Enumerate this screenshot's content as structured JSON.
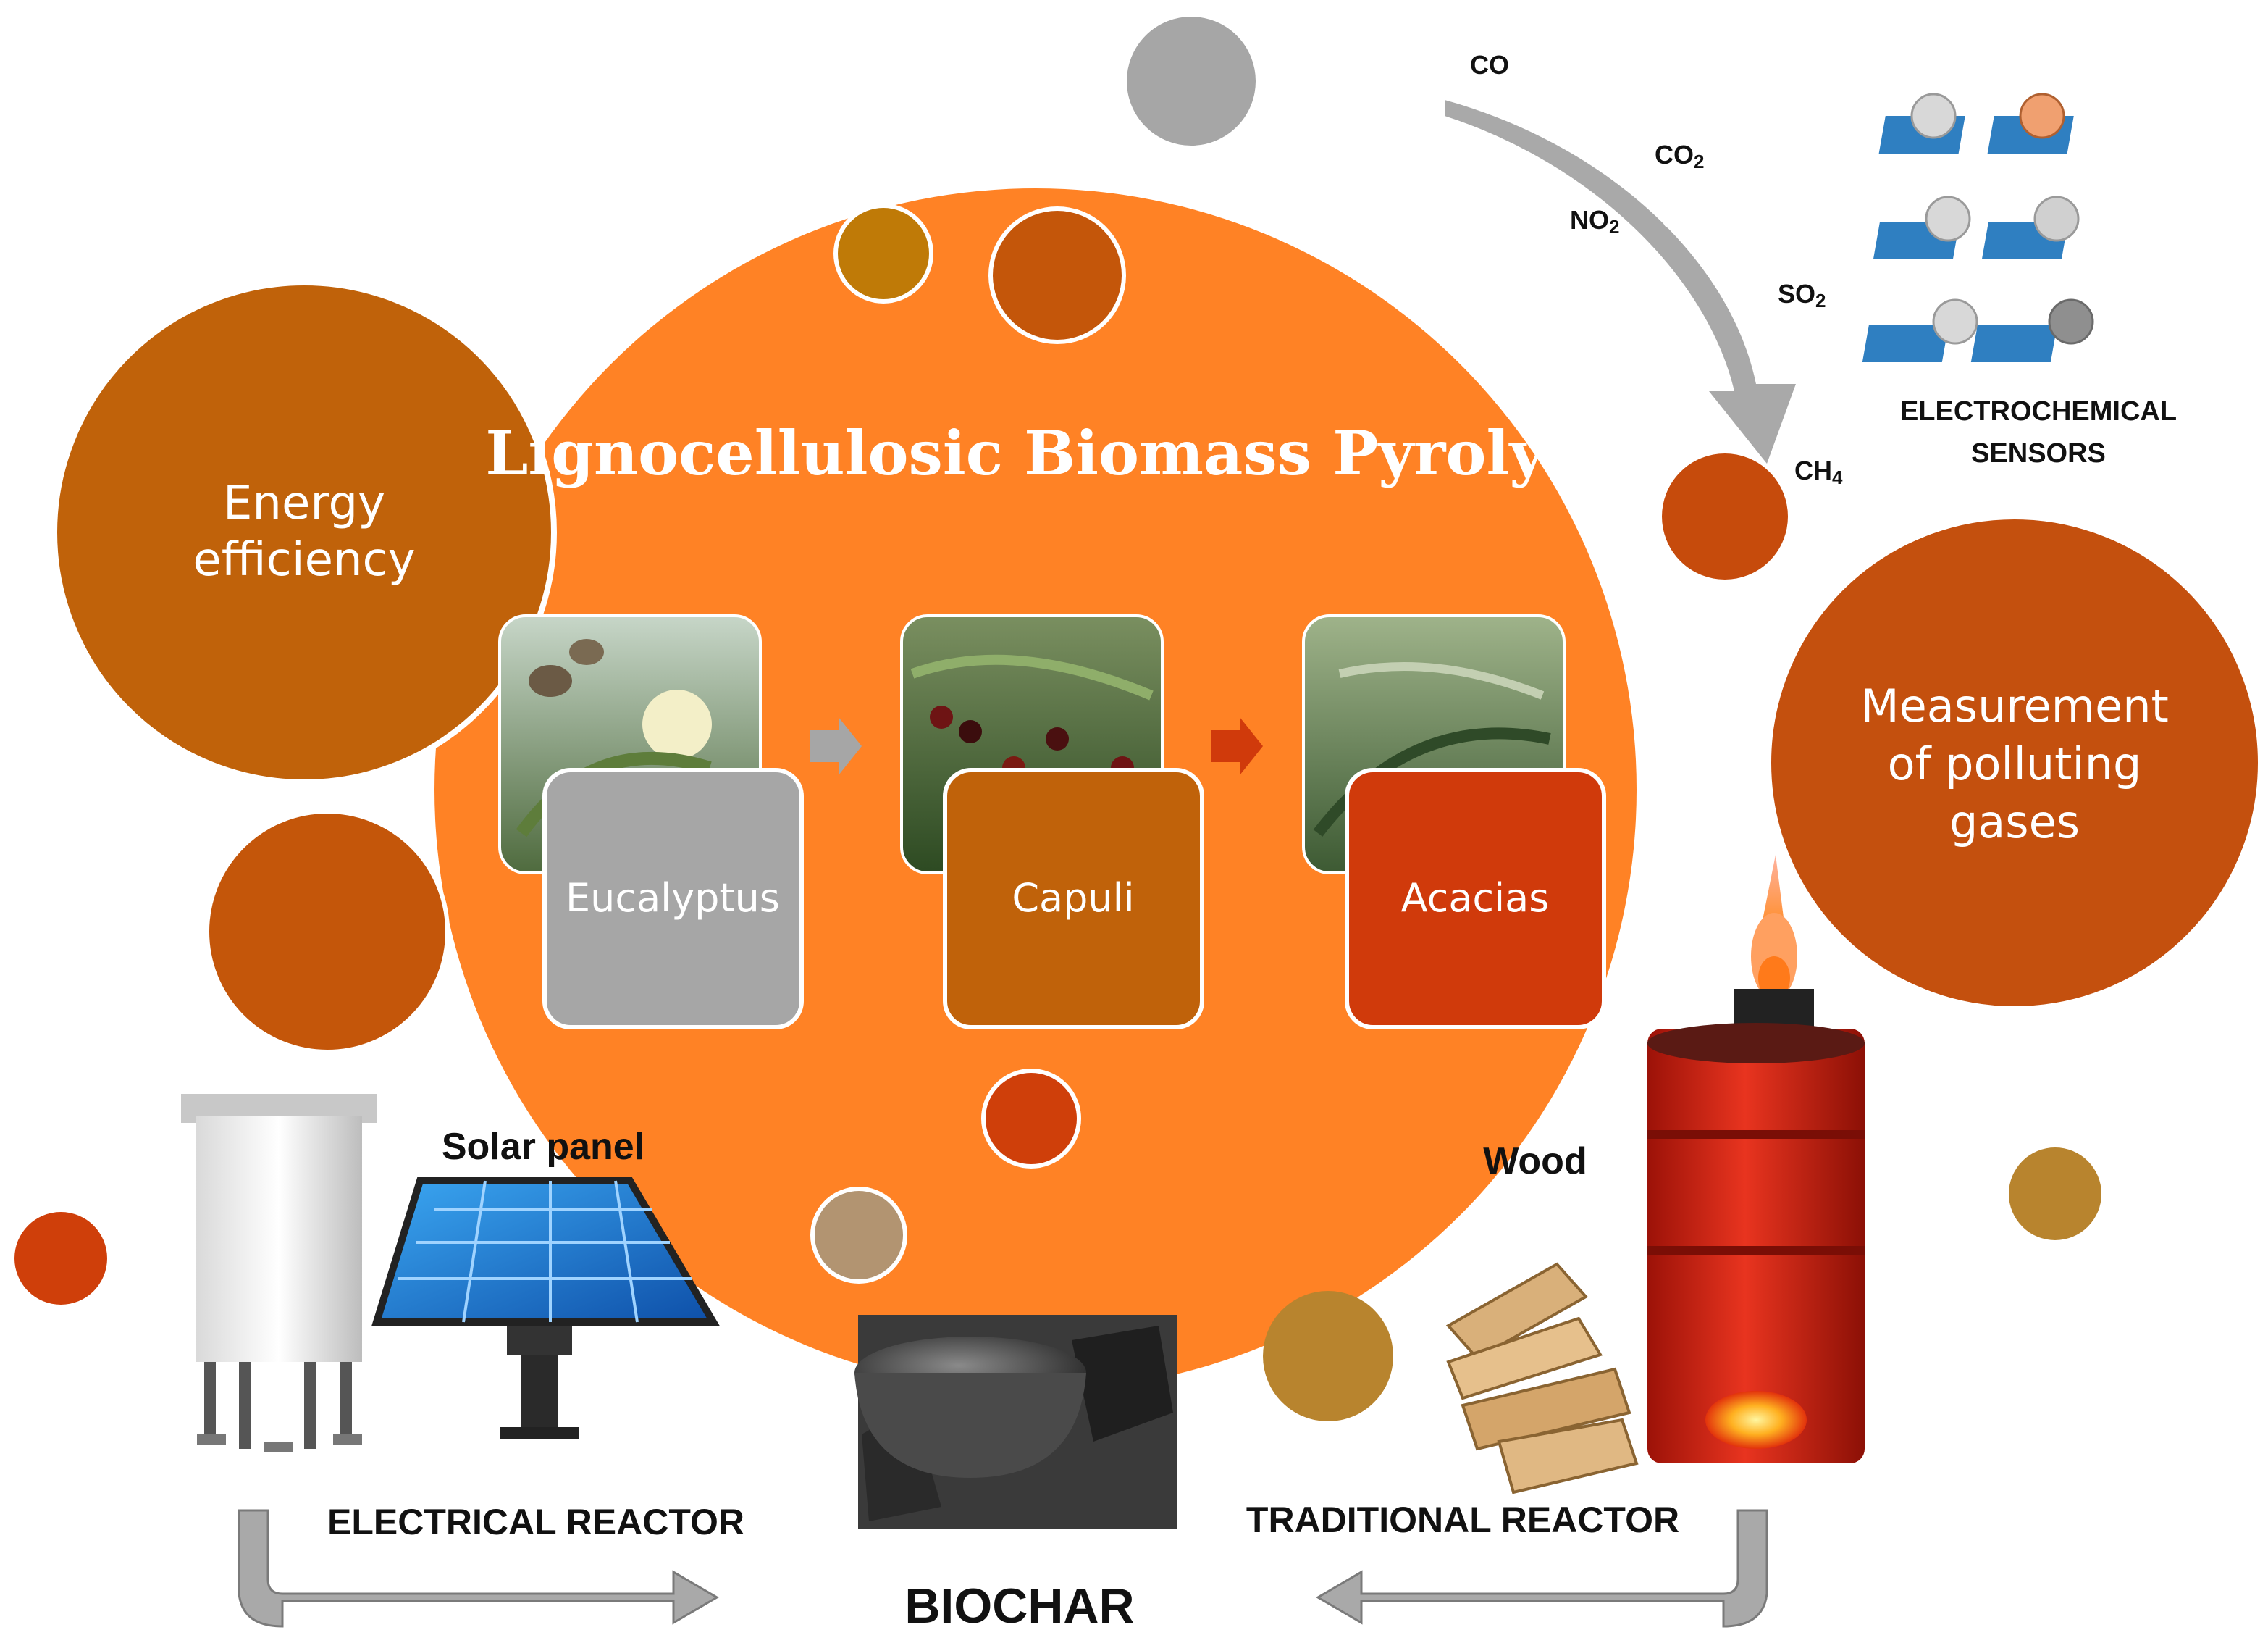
{
  "title": "Lignocellulosic Biomass Pyrolysis",
  "energy_circle": {
    "line1": "Energy",
    "line2": "efficiency",
    "color": "#C0620A"
  },
  "measurement_circle": {
    "line1": "Measurement",
    "line2": "of polluting",
    "line3": "gases",
    "color": "#C4500E"
  },
  "species": [
    {
      "name": "Eucalyptus",
      "color": "#A6A6A6"
    },
    {
      "name": "Capuli",
      "color": "#C0620A"
    },
    {
      "name": "Acacias",
      "color": "#D03A0B"
    }
  ],
  "gases": {
    "co": "CO",
    "co2": "CO",
    "co2_sub": "2",
    "no2": "NO",
    "no2_sub": "2",
    "so2": "SO",
    "so2_sub": "2",
    "ch4": "CH",
    "ch4_sub": "4"
  },
  "sensors": {
    "line1": "ELECTROCHEMICAL",
    "line2": "SENSORS"
  },
  "labels": {
    "solar_panel": "Solar panel",
    "wood": "Wood",
    "electrical_reactor": "ELECTRICAL REACTOR",
    "traditional_reactor": "TRADITIONAL REACTOR",
    "biochar": "BIOCHAR"
  },
  "colors": {
    "main_circle": "#FF8225",
    "gray": "#A6A6A6",
    "amber": "#BF7A07",
    "rust": "#C4500E",
    "red": "#CF3F0A",
    "tan": "#B08A4B",
    "gold": "#B8842E",
    "arrow_gray": "#A9A9A9"
  }
}
